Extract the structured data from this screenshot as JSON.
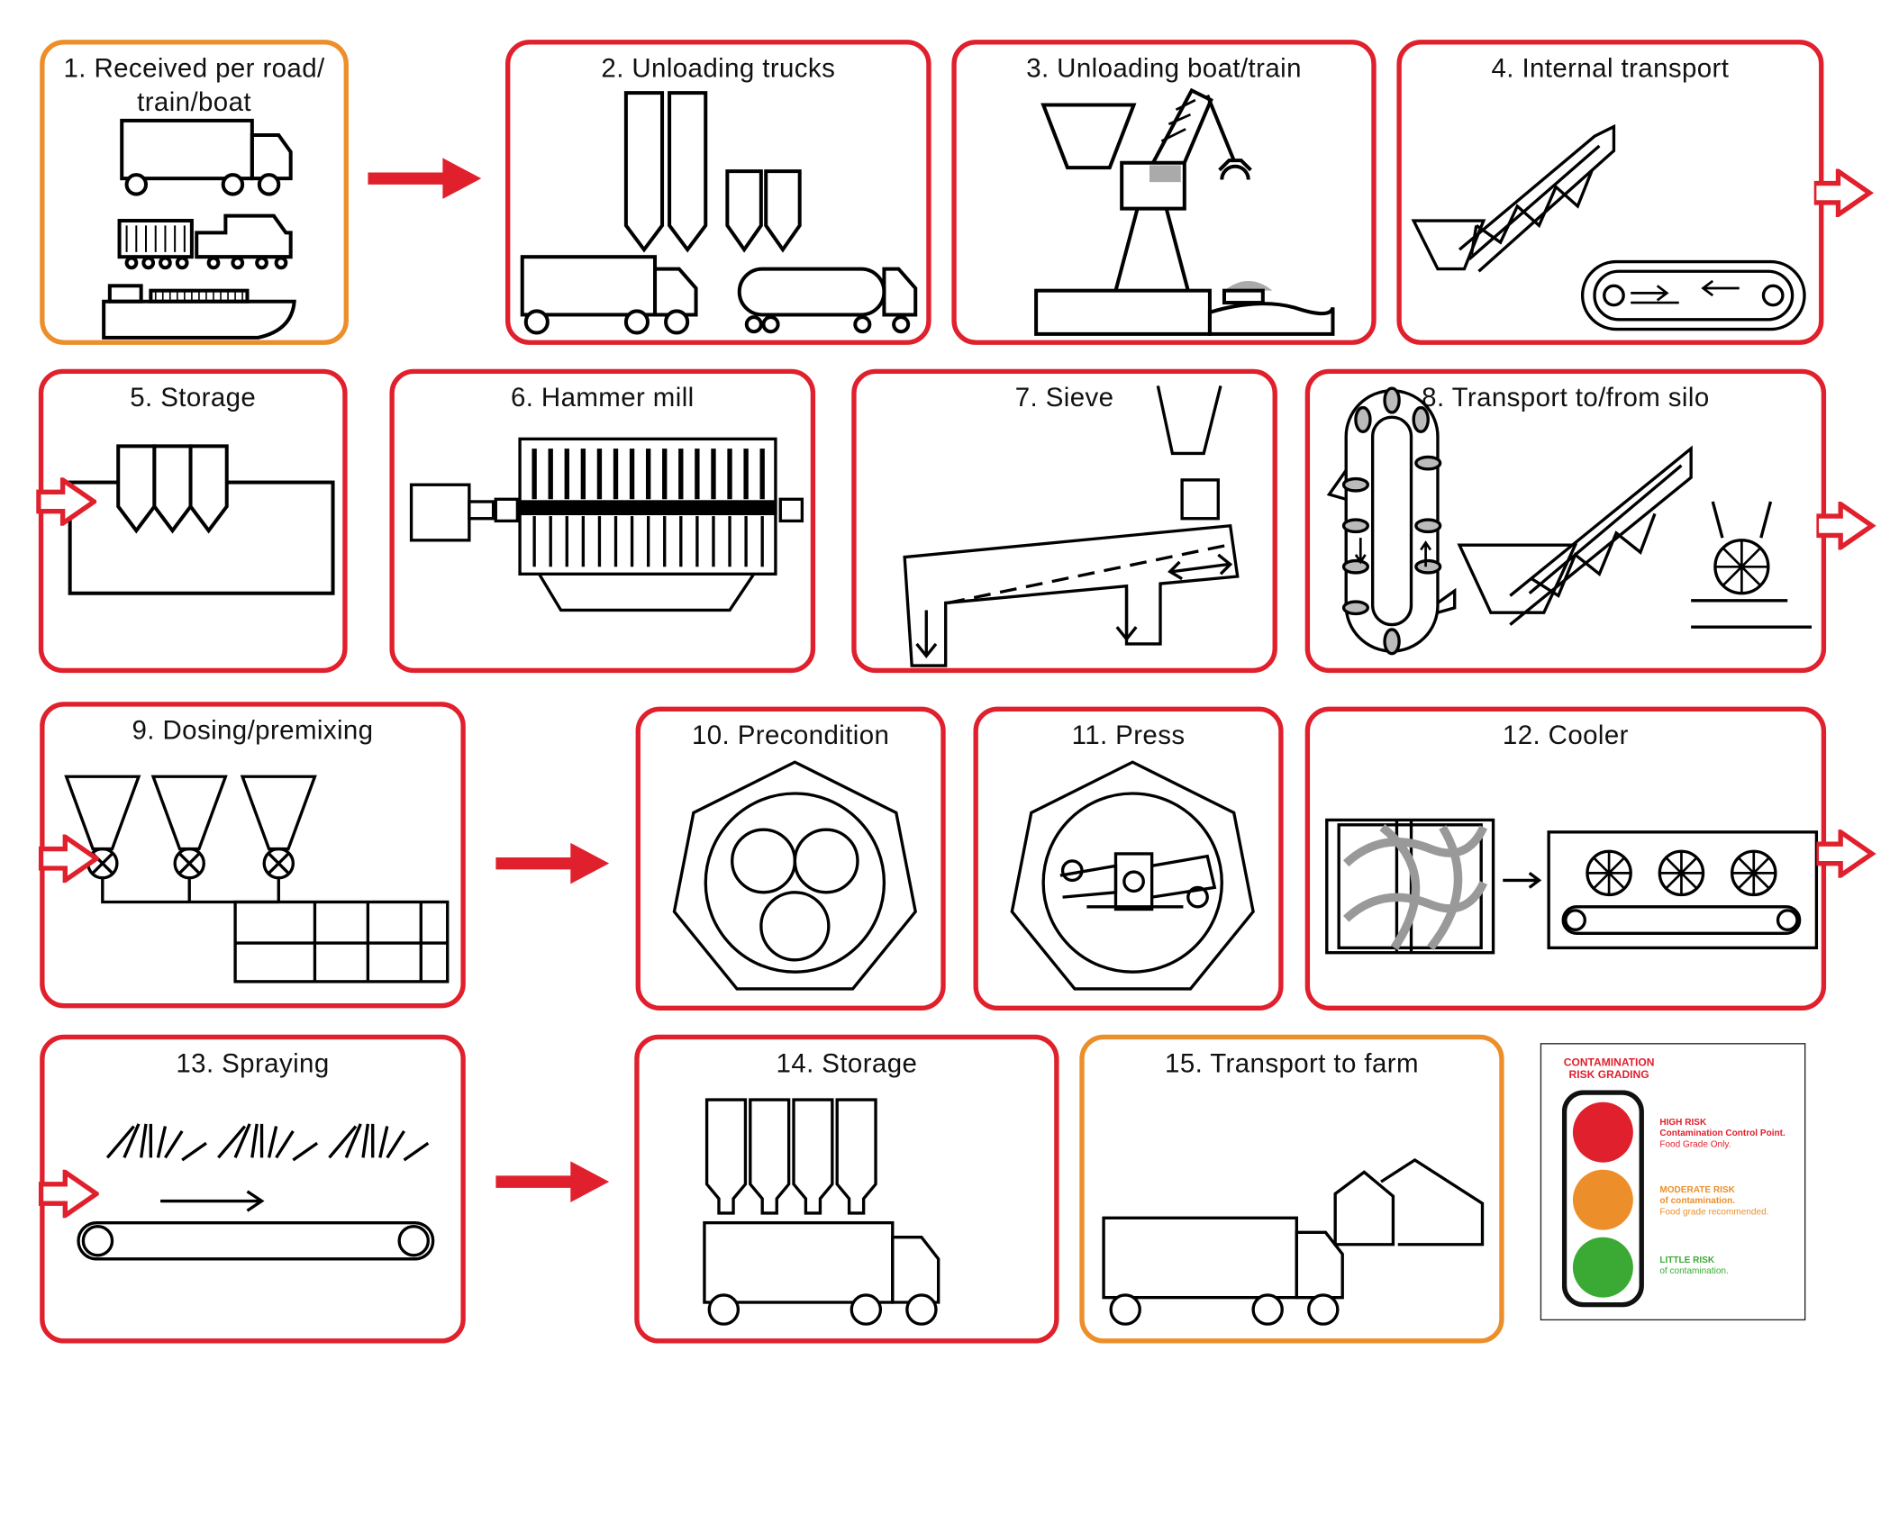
{
  "steps": [
    {
      "label": "1. Received per road/\ntrain/boat",
      "risk": "moderate"
    },
    {
      "label": "2. Unloading trucks",
      "risk": "high"
    },
    {
      "label": "3. Unloading boat/train",
      "risk": "high"
    },
    {
      "label": "4. Internal transport",
      "risk": "high"
    },
    {
      "label": "5. Storage",
      "risk": "high"
    },
    {
      "label": "6. Hammer mill",
      "risk": "high"
    },
    {
      "label": "7. Sieve",
      "risk": "high"
    },
    {
      "label": "8. Transport to/from silo",
      "risk": "high"
    },
    {
      "label": "9. Dosing/premixing",
      "risk": "high"
    },
    {
      "label": "10. Precondition",
      "risk": "high"
    },
    {
      "label": "11. Press",
      "risk": "high"
    },
    {
      "label": "12. Cooler",
      "risk": "high"
    },
    {
      "label": "13. Spraying",
      "risk": "high"
    },
    {
      "label": "14. Storage",
      "risk": "high"
    },
    {
      "label": "15. Transport to farm",
      "risk": "moderate"
    }
  ],
  "legend": {
    "title_line1": "CONTAMINATION",
    "title_line2": "RISK GRADING",
    "high_title": "HIGH RISK",
    "high_line1": "Contamination Control Point.",
    "high_line2": "Food Grade Only.",
    "moderate_title": "MODERATE RISK",
    "moderate_line1": "of contamination.",
    "moderate_line2": "Food grade recommended.",
    "little_title": "LITTLE RISK",
    "little_line1": "of contamination."
  },
  "colors": {
    "high": "#e0202c",
    "moderate": "#ec8f2b",
    "little": "#3aaa35",
    "arrow": "#e0202c"
  }
}
